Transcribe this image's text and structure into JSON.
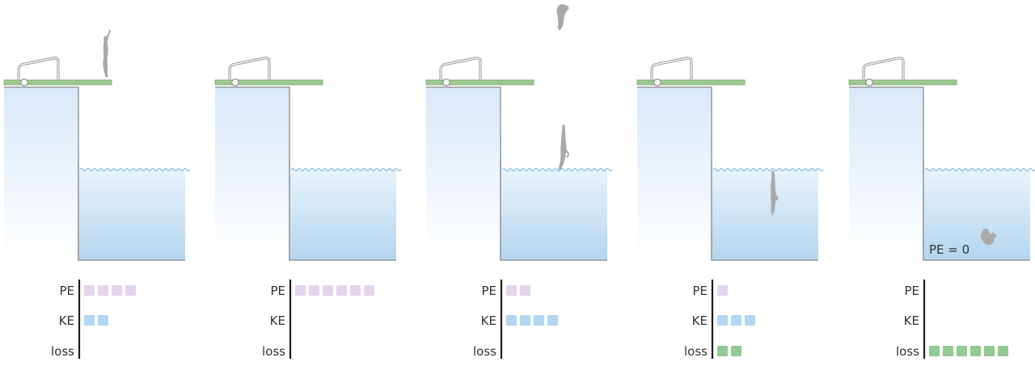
{
  "panels": [
    {
      "pe": 4,
      "ke": 2,
      "loss": 0,
      "diver": "standing"
    },
    {
      "pe": 6,
      "ke": 0,
      "loss": 0,
      "diver": "apex"
    },
    {
      "pe": 2,
      "ke": 4,
      "loss": 0,
      "diver": "entering"
    },
    {
      "pe": 1,
      "ke": 3,
      "loss": 2,
      "diver": "underwater"
    },
    {
      "pe": 0,
      "ke": 0,
      "loss": 6,
      "diver": "stopped"
    }
  ],
  "labels": {
    "pe": "PE",
    "ke": "KE",
    "loss": "loss"
  },
  "annotation": {
    "text": "PE = 0",
    "panel": 5
  },
  "colors": {
    "pe": "#e4d4ec",
    "ke": "#b3d6f2",
    "loss": "#8fcb92",
    "board": "#9dc890",
    "frame": "#9a9a9a",
    "water_top": "#e6f2fb",
    "water_bottom": "#b6d7ef",
    "wave": "#88b9e2",
    "diver": "#a9a9a9"
  }
}
